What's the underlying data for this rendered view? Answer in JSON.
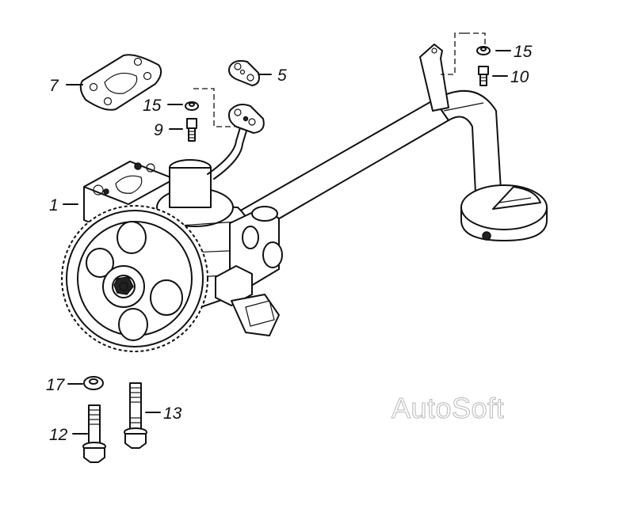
{
  "labels": {
    "p1": "1",
    "p5": "5",
    "p7": "7",
    "p9": "9",
    "p10": "10",
    "p12": "12",
    "p13": "13",
    "p15a": "15",
    "p15b": "15",
    "p17": "17"
  },
  "watermark": "AutoSoft"
}
